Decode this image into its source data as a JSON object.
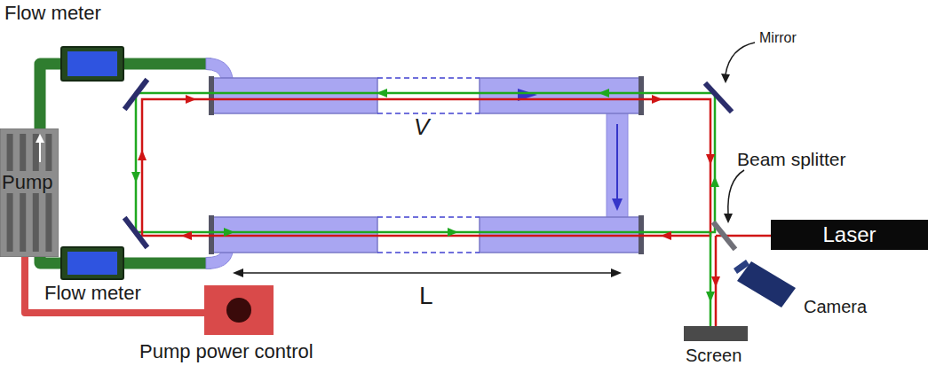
{
  "diagram": {
    "nodes": [
      {
        "text": [
          "Flow meter"
        ]
      },
      {
        "text": [
          "Pump"
        ]
      },
      {
        "text": [
          "Flow meter"
        ]
      },
      {
        "text": [
          "Pump power control"
        ]
      },
      {
        "text": [
          "Laser"
        ]
      },
      {
        "text": [
          "Camera"
        ]
      },
      {
        "text": [
          "Screen"
        ]
      }
    ],
    "edges": [
      {
        "from": 1,
        "to": 0,
        "arrow": "none"
      },
      {
        "from": 1,
        "to": 2,
        "arrow": "none"
      },
      {
        "from": 1,
        "to": 3,
        "arrow": "none"
      }
    ],
    "labels": [
      "Mirror",
      "V",
      "Beam splitter",
      "L"
    ]
  }
}
